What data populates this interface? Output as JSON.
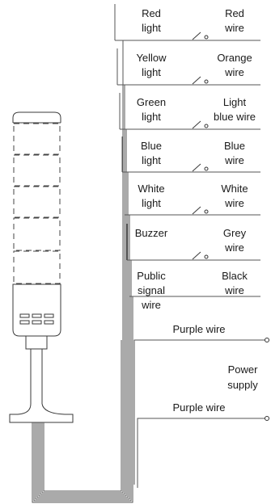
{
  "rows": [
    {
      "id": "red",
      "left": [
        "Red",
        "light"
      ],
      "right": [
        "Red",
        "wire"
      ]
    },
    {
      "id": "yellow",
      "left": [
        "Yellow",
        "light"
      ],
      "right": [
        "Orange",
        "wire"
      ]
    },
    {
      "id": "green",
      "left": [
        "Green",
        "light"
      ],
      "right": [
        "Light",
        "blue wire"
      ]
    },
    {
      "id": "blue",
      "left": [
        "Blue",
        "light"
      ],
      "right": [
        "Blue",
        "wire"
      ]
    },
    {
      "id": "white",
      "left": [
        "White",
        "light"
      ],
      "right": [
        "White",
        "wire"
      ]
    },
    {
      "id": "buzzer",
      "left": [
        "Buzzer"
      ],
      "right": [
        "Grey",
        "wire"
      ]
    },
    {
      "id": "public",
      "left": [
        "Public",
        "signal",
        "wire"
      ],
      "right": [
        "Black",
        "wire"
      ]
    }
  ],
  "power": {
    "top_wire": "Purple wire",
    "label_line1": "Power",
    "label_line2": "supply",
    "bottom_wire": "Purple wire"
  }
}
